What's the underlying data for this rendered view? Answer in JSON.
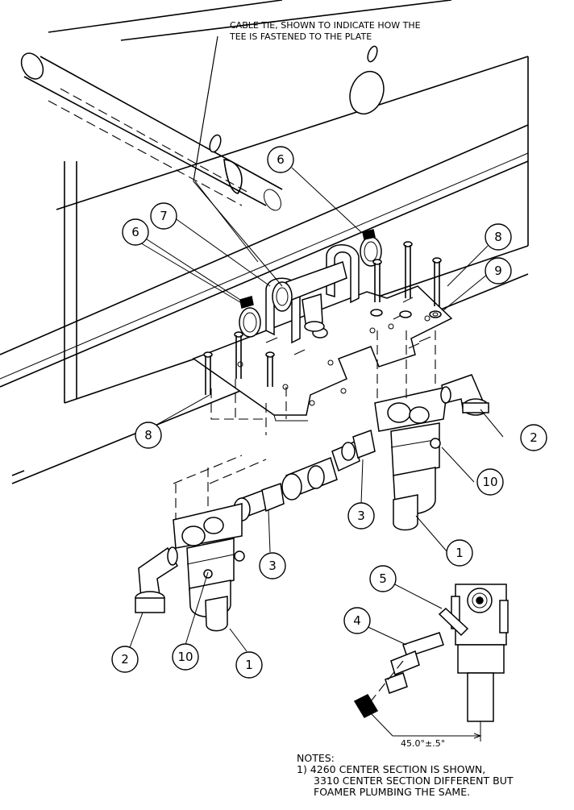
{
  "callout": {
    "line1": "CABLE TIE, SHOWN TO INDICATE HOW THE",
    "line2": "TEE IS FASTENED TO THE PLATE"
  },
  "balloons": [
    "6",
    "7",
    "6",
    "8",
    "9",
    "8",
    "2",
    "10",
    "3",
    "1",
    "3",
    "5",
    "4",
    "2",
    "10",
    "1"
  ],
  "dimension": "45.0°±.5°",
  "notes": {
    "heading": "NOTES:",
    "line1": "1) 4260 CENTER SECTION IS SHOWN,",
    "line2": "3310 CENTER SECTION DIFFERENT BUT",
    "line3": "FOAMER PLUMBING THE SAME."
  }
}
